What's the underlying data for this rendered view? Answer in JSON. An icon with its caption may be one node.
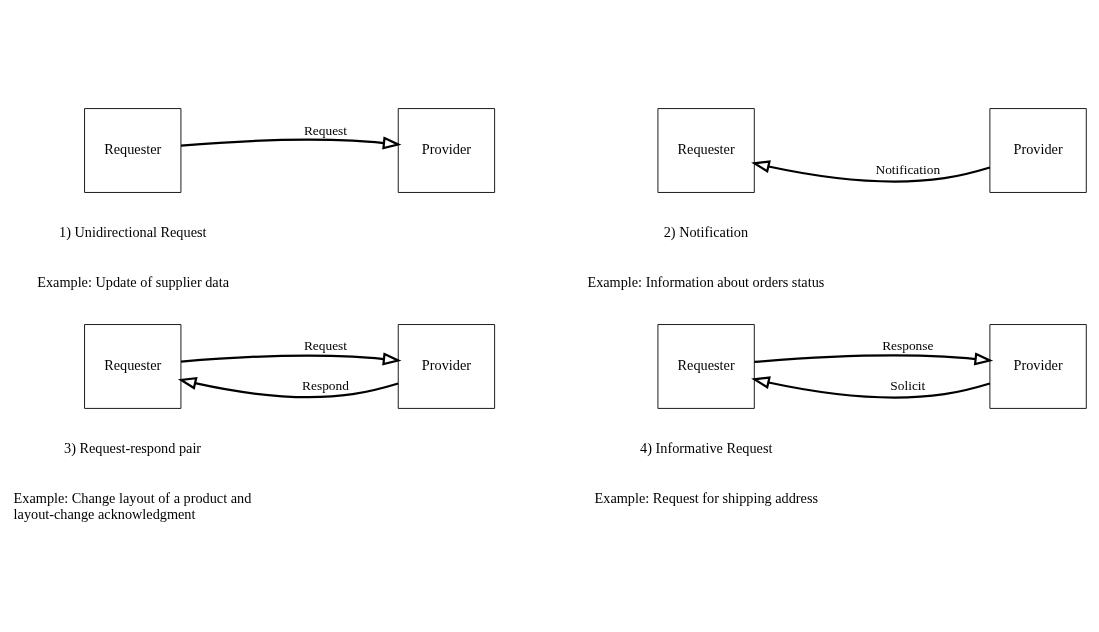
{
  "diagram": {
    "nodes": [
      {
        "text": [
          "Requester"
        ]
      },
      {
        "text": [
          "Provider"
        ]
      },
      {
        "text": [
          "Requester"
        ]
      },
      {
        "text": [
          "Provider"
        ]
      },
      {
        "text": [
          "Requester"
        ]
      },
      {
        "text": [
          "Provider"
        ]
      },
      {
        "text": [
          "Requester"
        ]
      },
      {
        "text": [
          "Provider"
        ]
      }
    ],
    "edges": [
      {
        "from": 0,
        "to": 1,
        "arrow": "to",
        "label": "Request"
      },
      {
        "from": 3,
        "to": 2,
        "arrow": "to",
        "label": "Notification"
      },
      {
        "from": 4,
        "to": 5,
        "arrow": "to",
        "label": "Request"
      },
      {
        "from": 5,
        "to": 4,
        "arrow": "to",
        "label": "Respond"
      },
      {
        "from": 7,
        "to": 6,
        "arrow": "to",
        "label": "Solicit"
      },
      {
        "from": 6,
        "to": 7,
        "arrow": "to",
        "label": "Response"
      }
    ],
    "labels": [
      "1) Unidirectional Request",
      "Example: Update of supplier data",
      "2) Notification",
      "Example: Information about orders status",
      "3) Request-respond pair",
      "Example: Change layout of a product and layout-change acknowledgment",
      "4) Informative Request",
      "Example: Request for shipping address"
    ]
  }
}
